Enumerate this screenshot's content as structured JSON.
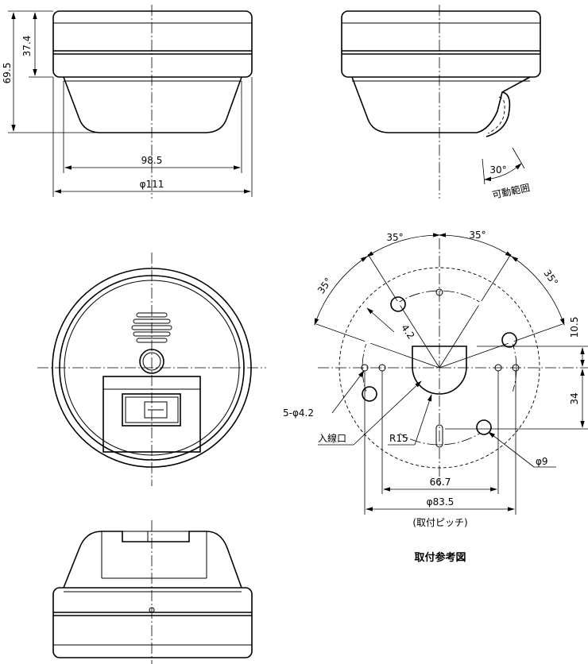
{
  "side_view": {
    "height_upper": "37.4",
    "height_total": "69.5",
    "width_base": "98.5",
    "diameter_outer": "φ111"
  },
  "side_view_right": {
    "angle": "30°",
    "range_label": "可動範囲"
  },
  "mounting_view": {
    "angle_top_left": "35°",
    "angle_top_right": "35°",
    "angle_left": "35°",
    "angle_right": "35°",
    "slot_width": "4.2",
    "offset_top": "10.5",
    "offset_bottom": "34",
    "holes_label": "5-φ4.2",
    "cable_inlet_label": "入線口",
    "radius_label": "R15",
    "small_hole_label": "φ9",
    "pitch_inner": "66.7",
    "pitch_outer": "φ83.5",
    "pitch_note": "(取付ピッチ)",
    "caption": "取付参考図"
  }
}
